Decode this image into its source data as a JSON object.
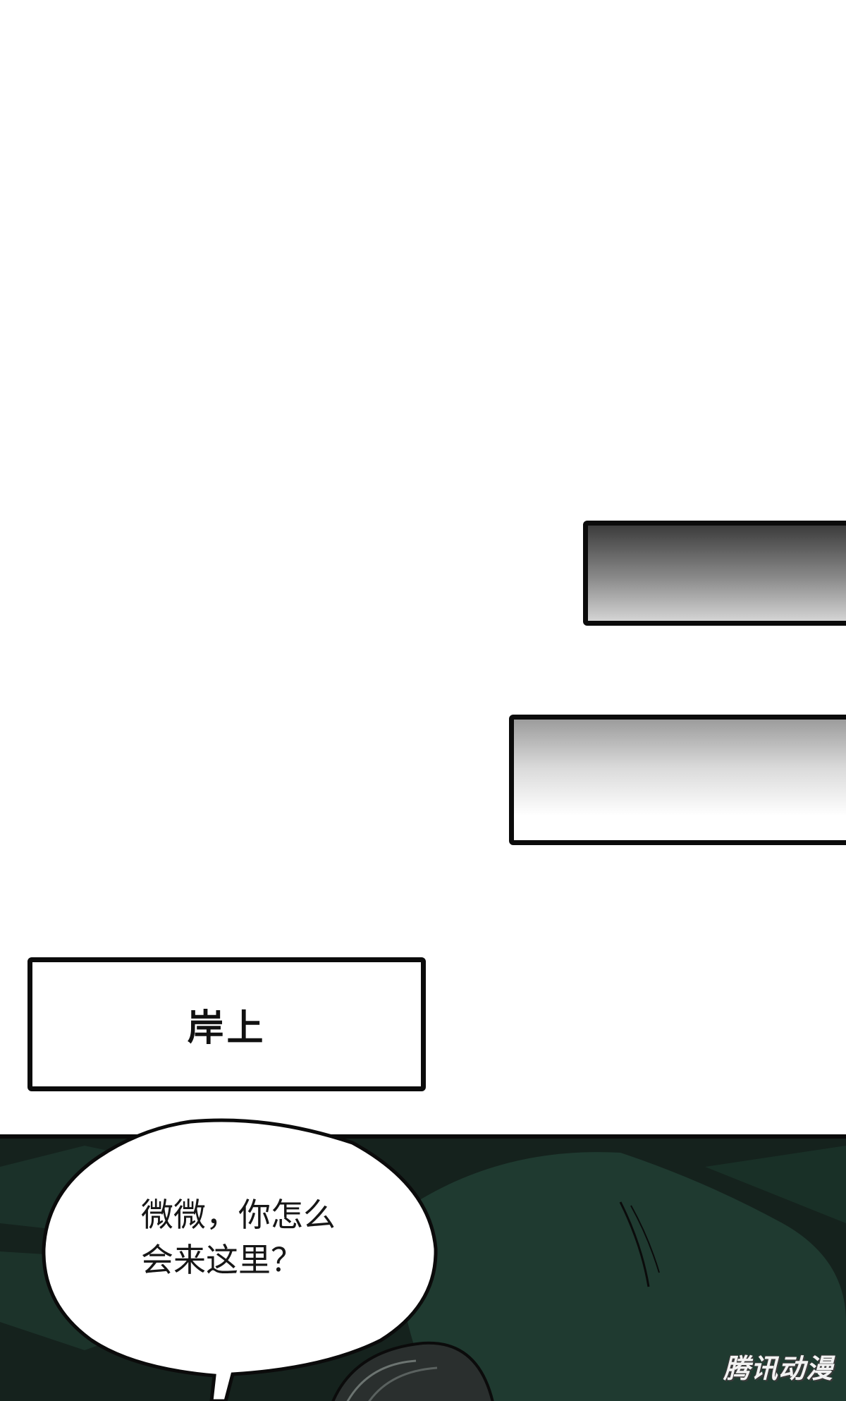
{
  "caption": {
    "text": "岸上"
  },
  "speech_bubble": {
    "lines": [
      "微微，你怎么",
      "会来这里？"
    ]
  },
  "watermark": {
    "text": "腾讯动漫"
  },
  "colors": {
    "scene_background": "#15221d",
    "scene_foliage": "#1f3a30",
    "border": "#0b0b0b",
    "bubble_fill": "#ffffff"
  }
}
